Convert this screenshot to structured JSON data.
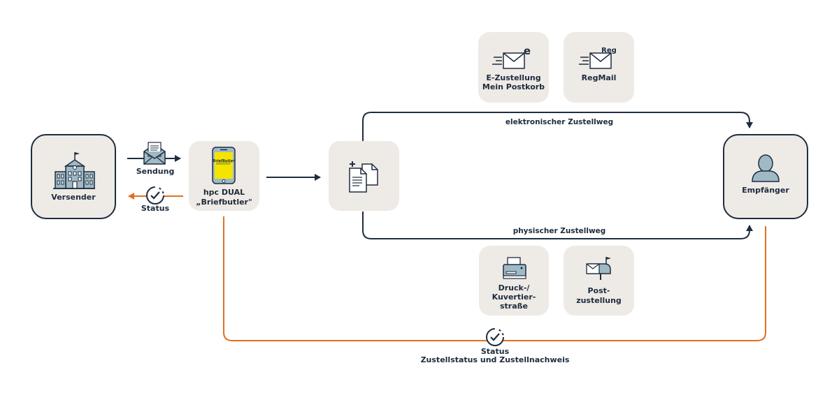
{
  "nodes": {
    "sender": "Versender",
    "dual": [
      "hpc DUAL",
      "„Briefbutler\""
    ],
    "recipient": "Empfänger",
    "ezustellung": [
      "E-Zustellung",
      "Mein Postkorb"
    ],
    "regmail": "RegMail",
    "druck": [
      "Druck-/",
      "Kuvertier-",
      "straße"
    ],
    "post": [
      "Post-",
      "zustellung"
    ]
  },
  "edges": {
    "sendung": "Sendung",
    "status_left": "Status",
    "electronic": "elektronischer Zustellweg",
    "physical": "physischer Zustellweg",
    "status_bottom": "Status",
    "status_bottom_detail": "Zustellstatus und Zustellnachweis"
  },
  "icon_text": {
    "phone_brand": "BriefButler",
    "reg_badge": "Reg",
    "e_badge": "e"
  },
  "colors": {
    "navy": "#1e2d40",
    "orange": "#e07020",
    "box_fill": "#eeeae5",
    "phone_yellow": "#f5e400"
  }
}
